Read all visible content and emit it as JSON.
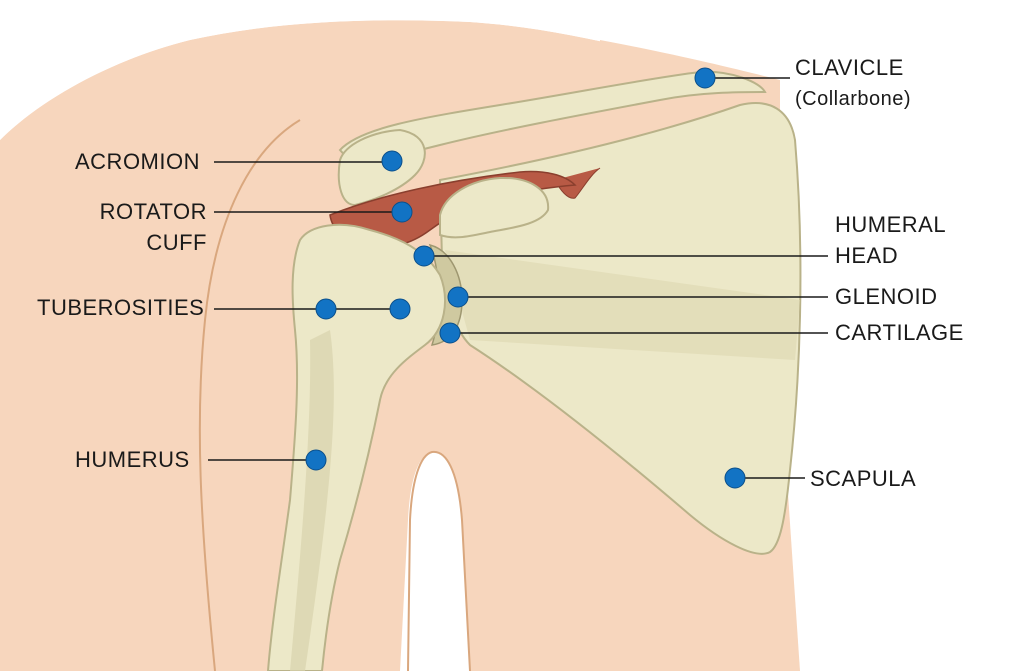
{
  "diagram": {
    "colors": {
      "skin": "#f7d6bd",
      "skin_outline": "#d9a77e",
      "bone": "#ece8c8",
      "bone_shadow": "#cfc9a0",
      "bone_outline": "#b9b289",
      "muscle": "#b85a45",
      "marker": "#1273c4",
      "leader_line": "#1a1a1a",
      "text": "#1a1a1a"
    },
    "labels": {
      "clavicle": "CLAVICLE",
      "clavicle_sub": "(Collarbone)",
      "acromion": "ACROMION",
      "rotator_line1": "ROTATOR",
      "rotator_line2": "CUFF",
      "humeral_line1": "HUMERAL",
      "humeral_line2": "HEAD",
      "glenoid": "GLENOID",
      "cartilage": "CARTILAGE",
      "tuberosities": "TUBEROSITIES",
      "humerus": "HUMERUS",
      "scapula": "SCAPULA"
    },
    "marker_icon": "blue-dot-marker"
  }
}
